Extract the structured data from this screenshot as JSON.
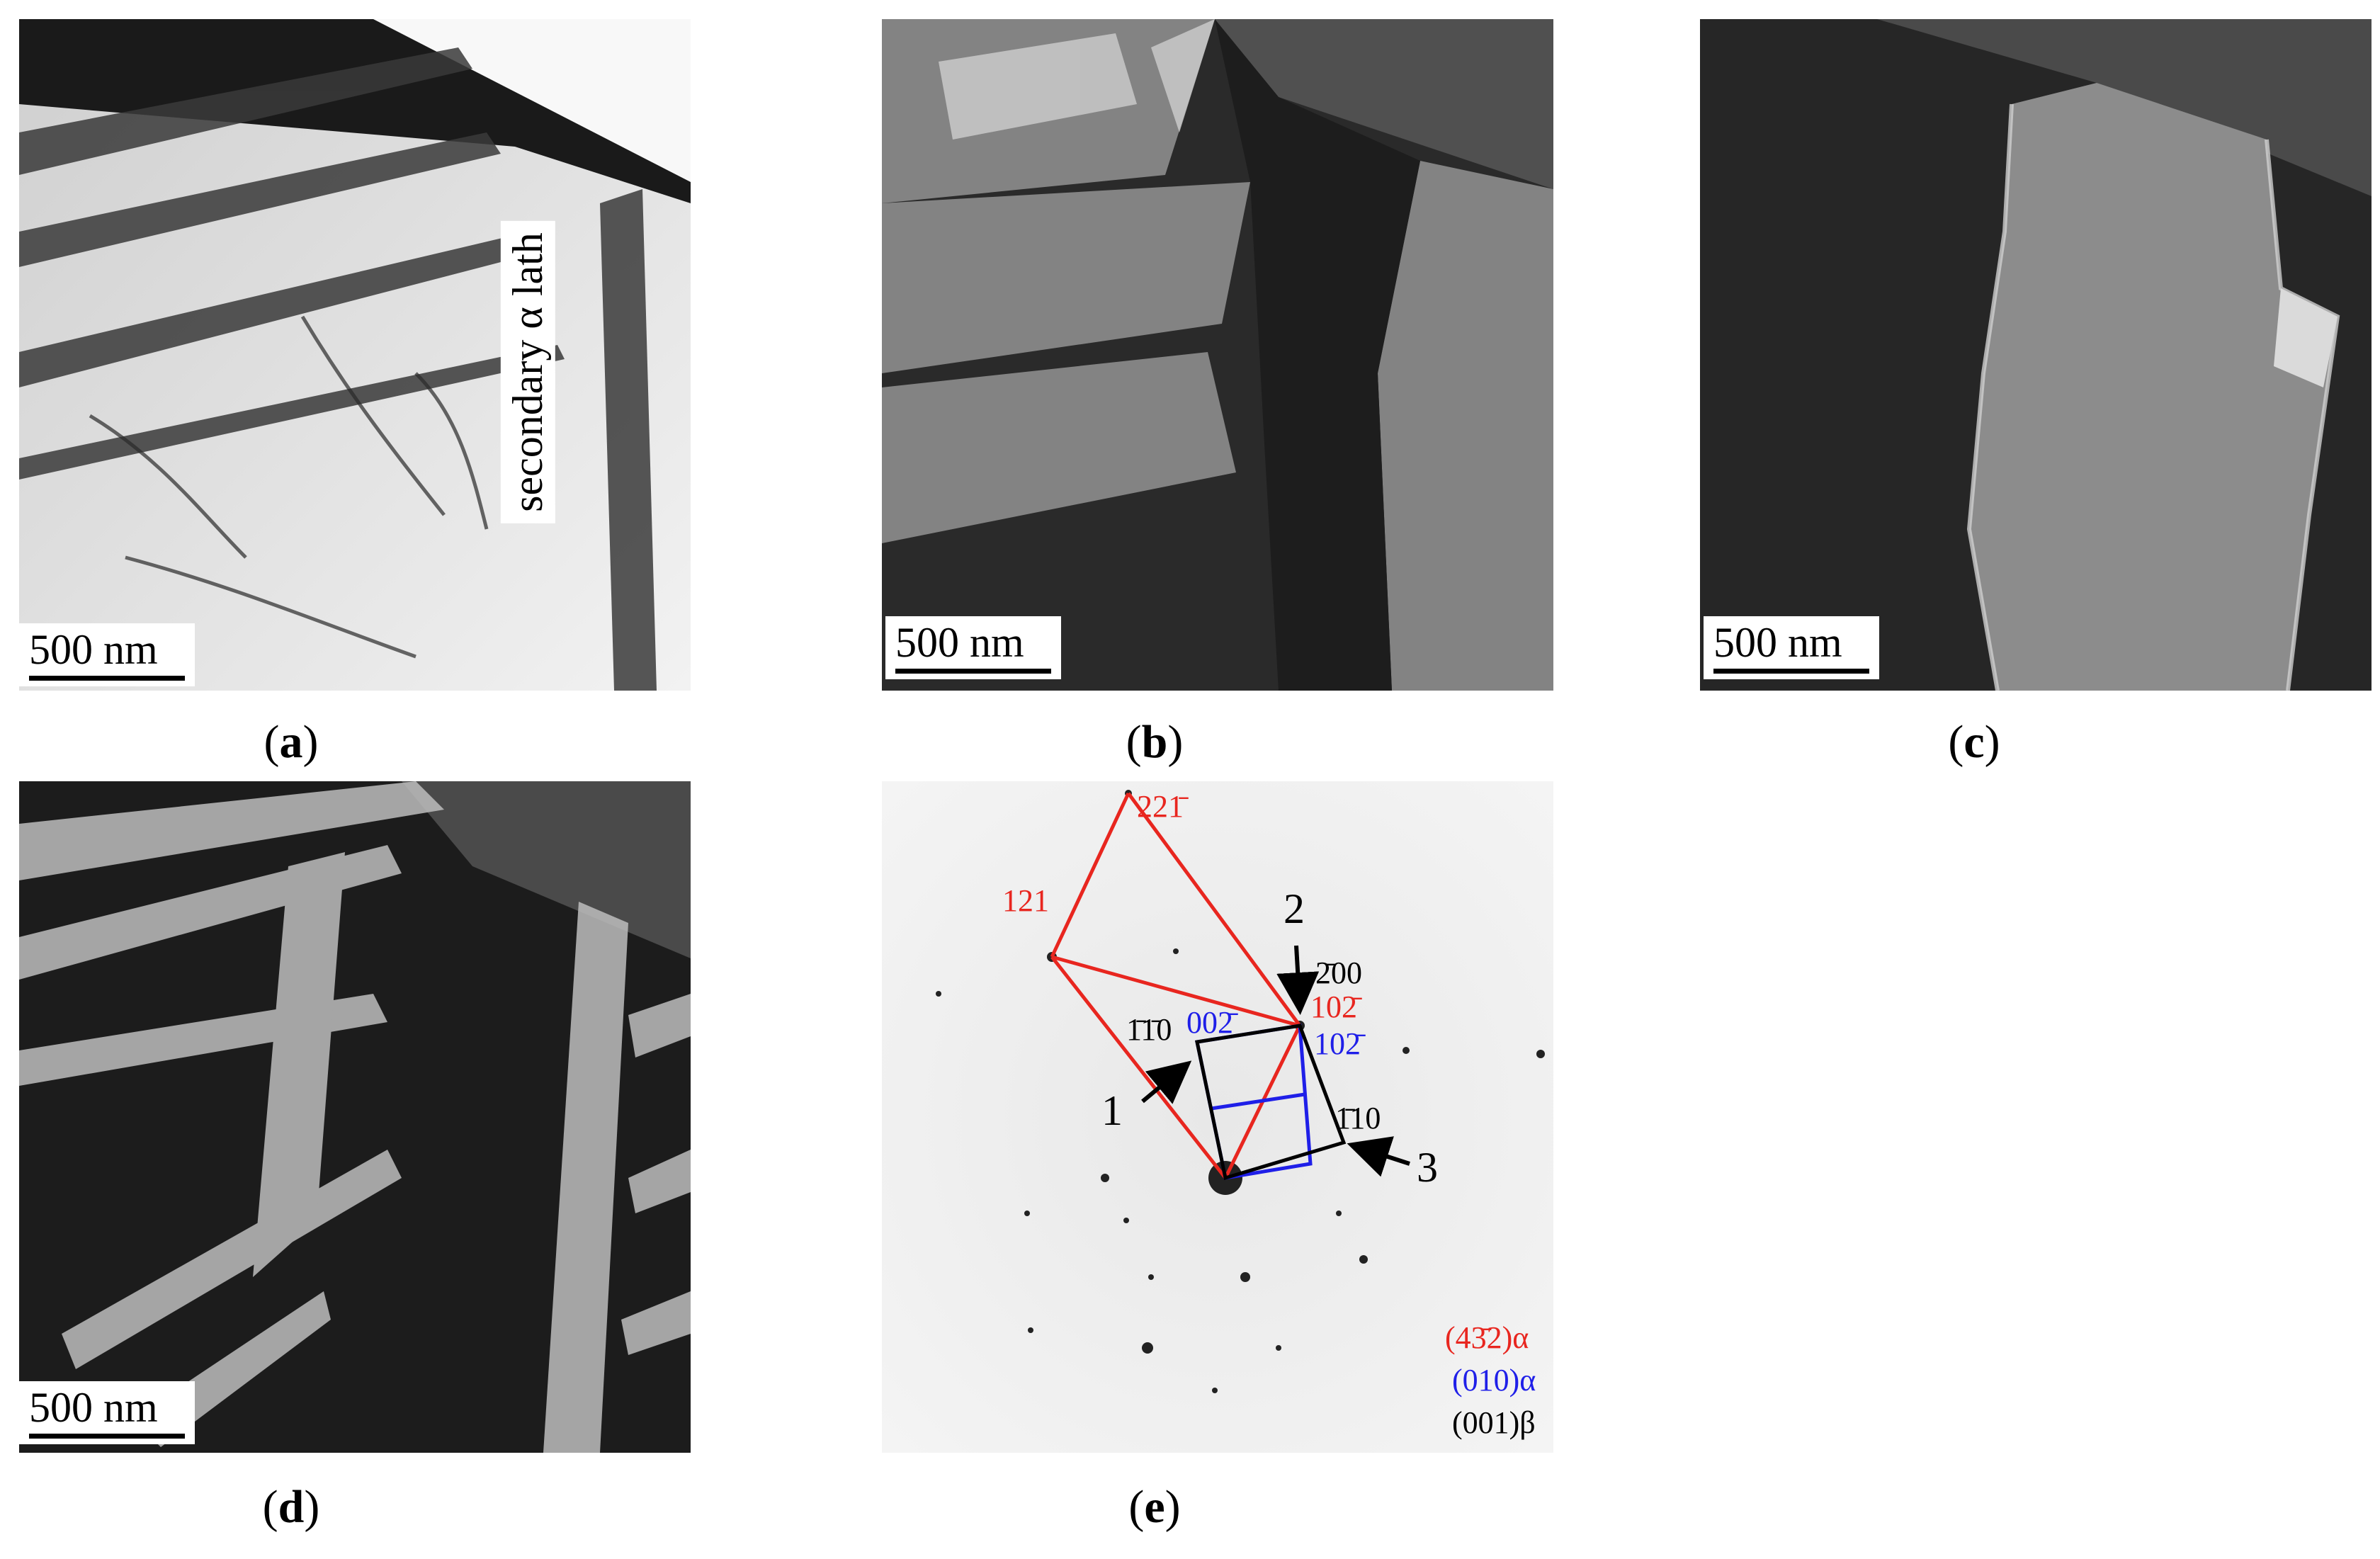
{
  "figure": {
    "panels": [
      {
        "id": "a",
        "caption": "a",
        "scale": "500 nm",
        "kind": "bright-field TEM"
      },
      {
        "id": "b",
        "caption": "b",
        "scale": "500 nm",
        "kind": "dark-field TEM"
      },
      {
        "id": "c",
        "caption": "c",
        "scale": "500 nm",
        "kind": "dark-field TEM"
      },
      {
        "id": "d",
        "caption": "d",
        "scale": "500 nm",
        "kind": "dark-field TEM"
      },
      {
        "id": "e",
        "caption": "e",
        "kind": "SAED pattern"
      }
    ],
    "panel_a_label": "secondary α lath",
    "saed": {
      "red_spots": [
        "221̄",
        "121",
        "102̄"
      ],
      "blue_spots": [
        "002̄",
        "102̄"
      ],
      "black_spots": [
        "1̄1̄0",
        "2̄00",
        "1̄10"
      ],
      "arrows": [
        "1",
        "2",
        "3"
      ],
      "legend": [
        {
          "text": "(43̄2)α",
          "color": "#e8261f"
        },
        {
          "text": "(010)α",
          "color": "#1f1fe8"
        },
        {
          "text": "(001)β",
          "color": "#000000"
        }
      ]
    },
    "colors": {
      "red": "#e8261f",
      "blue": "#1f1fe8",
      "black": "#000000"
    }
  }
}
